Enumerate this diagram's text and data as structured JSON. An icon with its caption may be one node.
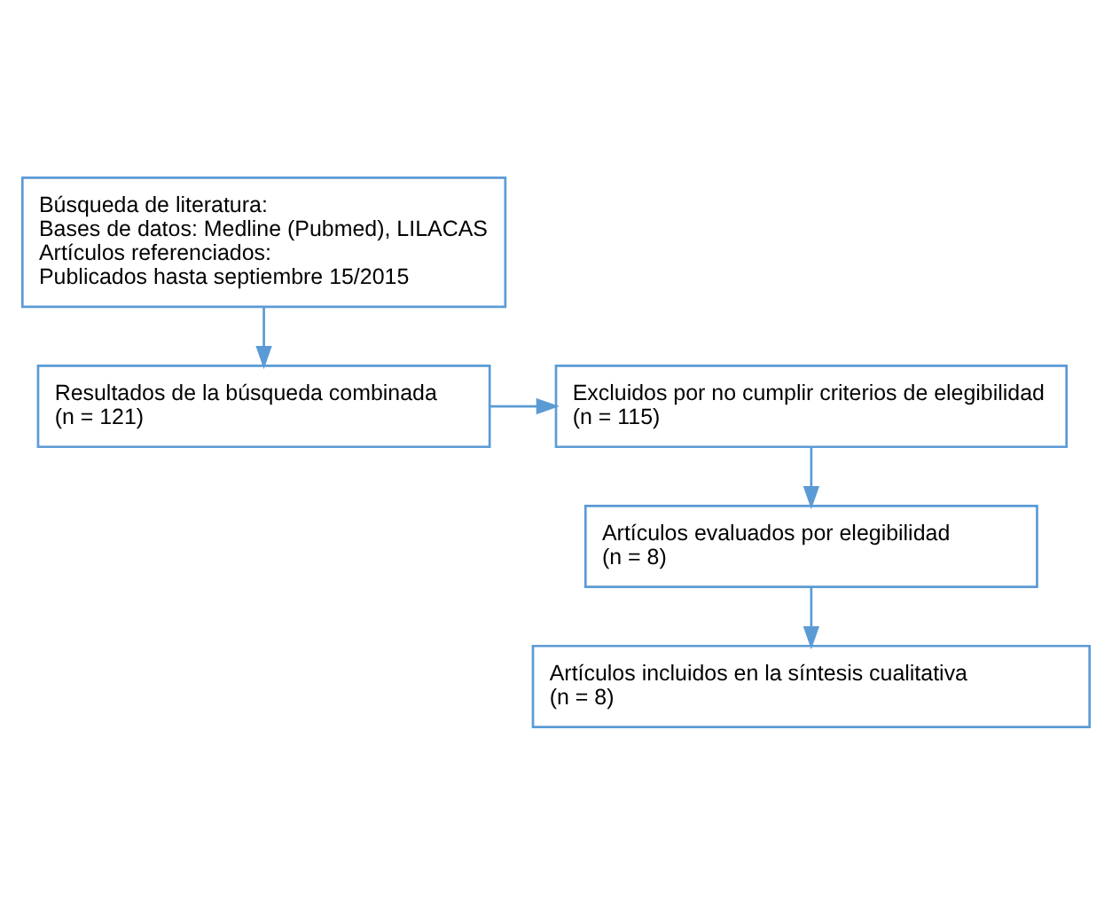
{
  "diagram": {
    "nodes": [
      {
        "text": [
          "Búsqueda de literatura:",
          "Bases de datos: Medline (Pubmed), LILACAS",
          "Artículos referenciados:",
          "Publicados hasta septiembre 15/2015"
        ]
      },
      {
        "text": [
          "Resultados de la búsqueda combinada",
          "(n = 121)"
        ]
      },
      {
        "text": [
          "Excluidos por no cumplir criterios de elegibilidad",
          "(n = 115)"
        ]
      },
      {
        "text": [
          "Artículos evaluados por elegibilidad",
          "(n = 8)"
        ]
      },
      {
        "text": [
          "Artículos incluidos en la síntesis cualitativa",
          "(n = 8)"
        ]
      }
    ],
    "edges": [
      {
        "from": 0,
        "to": 1,
        "arrow": "to"
      },
      {
        "from": 1,
        "to": 2,
        "arrow": "to"
      },
      {
        "from": 2,
        "to": 3,
        "arrow": "to"
      },
      {
        "from": 3,
        "to": 4,
        "arrow": "to"
      }
    ]
  }
}
